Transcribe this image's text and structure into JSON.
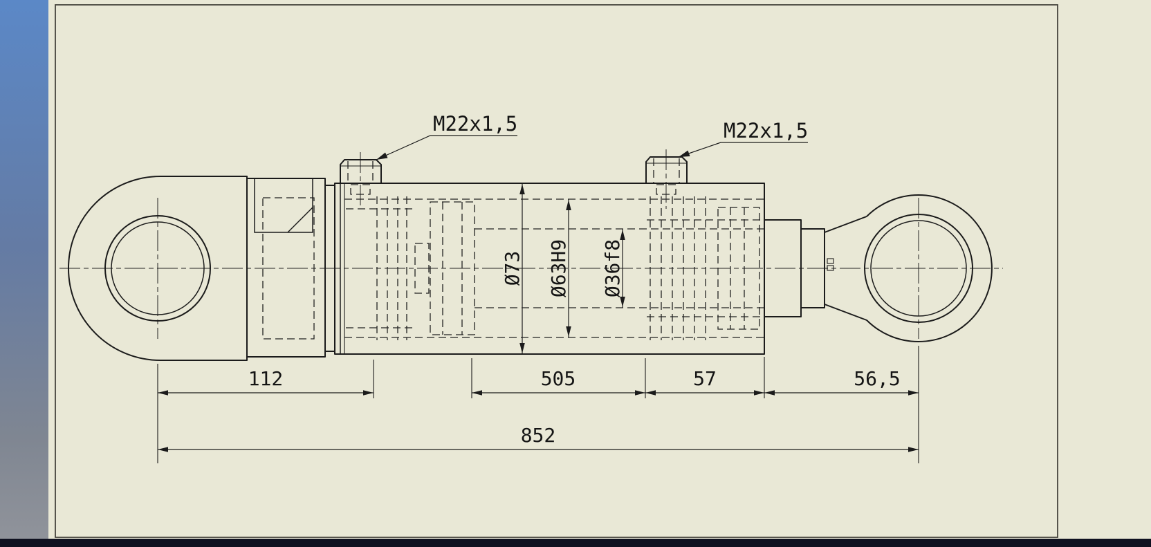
{
  "colors": {
    "sheet": "#e9e8d6",
    "line": "#1b1b1b",
    "sheet_border": "#45443c",
    "band_top": "#5b88c7",
    "band_mid": "#647ba4",
    "band_low": "#7f8692",
    "band_bottom": "#91949b",
    "bottom_bar": "#0f1120"
  },
  "drawing": {
    "port_labels": [
      {
        "text": "M22x1,5"
      },
      {
        "text": "M22x1,5"
      }
    ],
    "diameter_dimensions": [
      {
        "text": "Ø73"
      },
      {
        "text": "Ø63H9"
      },
      {
        "text": "Ø36f8"
      }
    ],
    "linear_dimensions": [
      {
        "text": "112"
      },
      {
        "text": "505"
      },
      {
        "text": "57"
      },
      {
        "text": "56,5"
      },
      {
        "text": "852"
      }
    ]
  }
}
